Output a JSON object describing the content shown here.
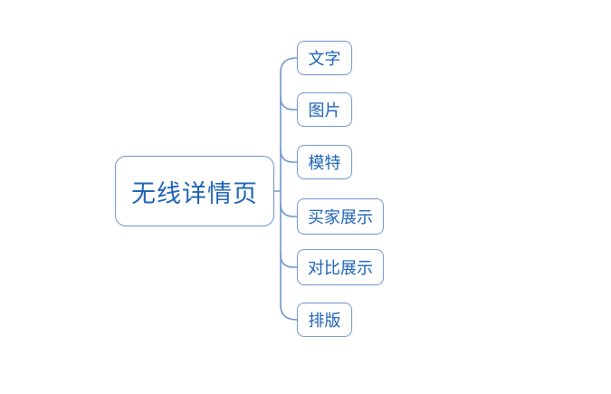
{
  "diagram": {
    "type": "mindmap",
    "root": {
      "label": "无线详情页"
    },
    "children": [
      {
        "label": "文字"
      },
      {
        "label": "图片"
      },
      {
        "label": "模特"
      },
      {
        "label": "买家展示"
      },
      {
        "label": "对比展示"
      },
      {
        "label": "排版"
      }
    ],
    "colors": {
      "line": "#7296cc",
      "node_border": "#7296cc",
      "node_text": "#1e63b5",
      "background": "#ffffff"
    }
  }
}
